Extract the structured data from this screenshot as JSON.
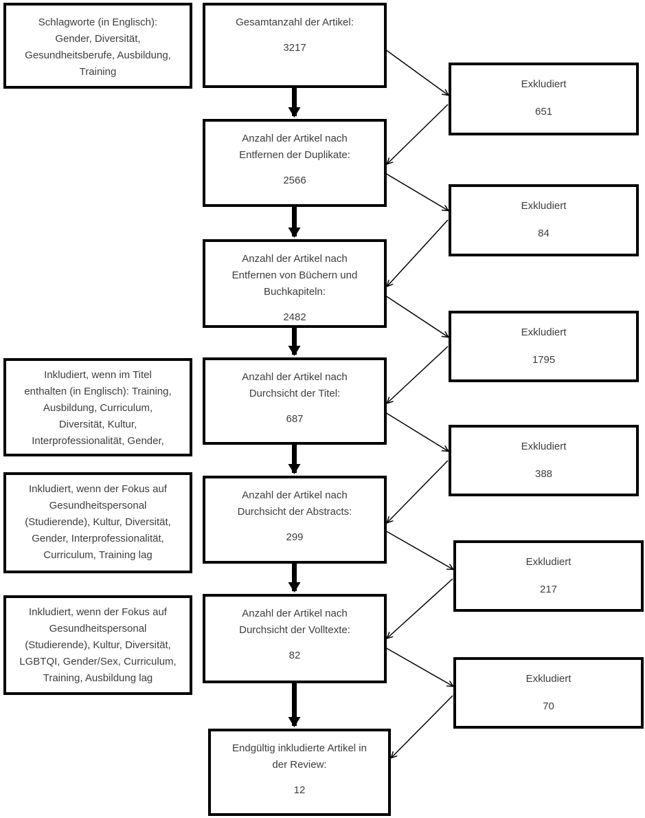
{
  "colors": {
    "background": "#ffffff",
    "box_border": "#000000",
    "arrow": "#000000",
    "text": "#3d3d3d"
  },
  "flow": {
    "keywords": {
      "text": "Schlagworte (in Englisch):\nGender, Diversität,\nGesundheitsberufe, Ausbildung,\nTraining"
    },
    "criteria": [
      {
        "text": "Inkludiert, wenn im Titel\nenthalten (in Englisch): Training,\nAusbildung, Curriculum,\nDiversität, Kultur,\nInterprofessionalität, Gender,"
      },
      {
        "text": "Inkludiert, wenn der Fokus auf\nGesundheitspersonal\n(Studierende), Kultur, Diversität,\nGender, Interprofessionalität,\nCurriculum, Training lag"
      },
      {
        "text": "Inkludiert, wenn der Fokus auf\nGesundheitspersonal\n(Studierende), Kultur, Diversität,\nLGBTQI, Gender/Sex, Curriculum,\nTraining, Ausbildung lag"
      }
    ],
    "steps": [
      {
        "label": "Gesamtanzahl der Artikel:",
        "count": "3217"
      },
      {
        "label": "Anzahl der Artikel nach\nEntfernen der Duplikate:",
        "count": "2566"
      },
      {
        "label": "Anzahl der Artikel nach\nEntfernen von Büchern und\nBuchkapiteln:",
        "count": "2482"
      },
      {
        "label": "Anzahl der Artikel nach\nDurchsicht der Titel:",
        "count": "687"
      },
      {
        "label": "Anzahl der Artikel nach\nDurchsicht der Abstracts:",
        "count": "299"
      },
      {
        "label": "Anzahl der Artikel nach\nDurchsicht der Volltexte:",
        "count": "82"
      },
      {
        "label": "Endgültig inkludierte Artikel in\nder Review:",
        "count": "12"
      }
    ],
    "excluded": [
      {
        "label": "Exkludiert",
        "count": "651"
      },
      {
        "label": "Exkludiert",
        "count": "84"
      },
      {
        "label": "Exkludiert",
        "count": "1795"
      },
      {
        "label": "Exkludiert",
        "count": "388"
      },
      {
        "label": "Exkludiert",
        "count": "217"
      },
      {
        "label": "Exkludiert",
        "count": "70"
      }
    ]
  }
}
